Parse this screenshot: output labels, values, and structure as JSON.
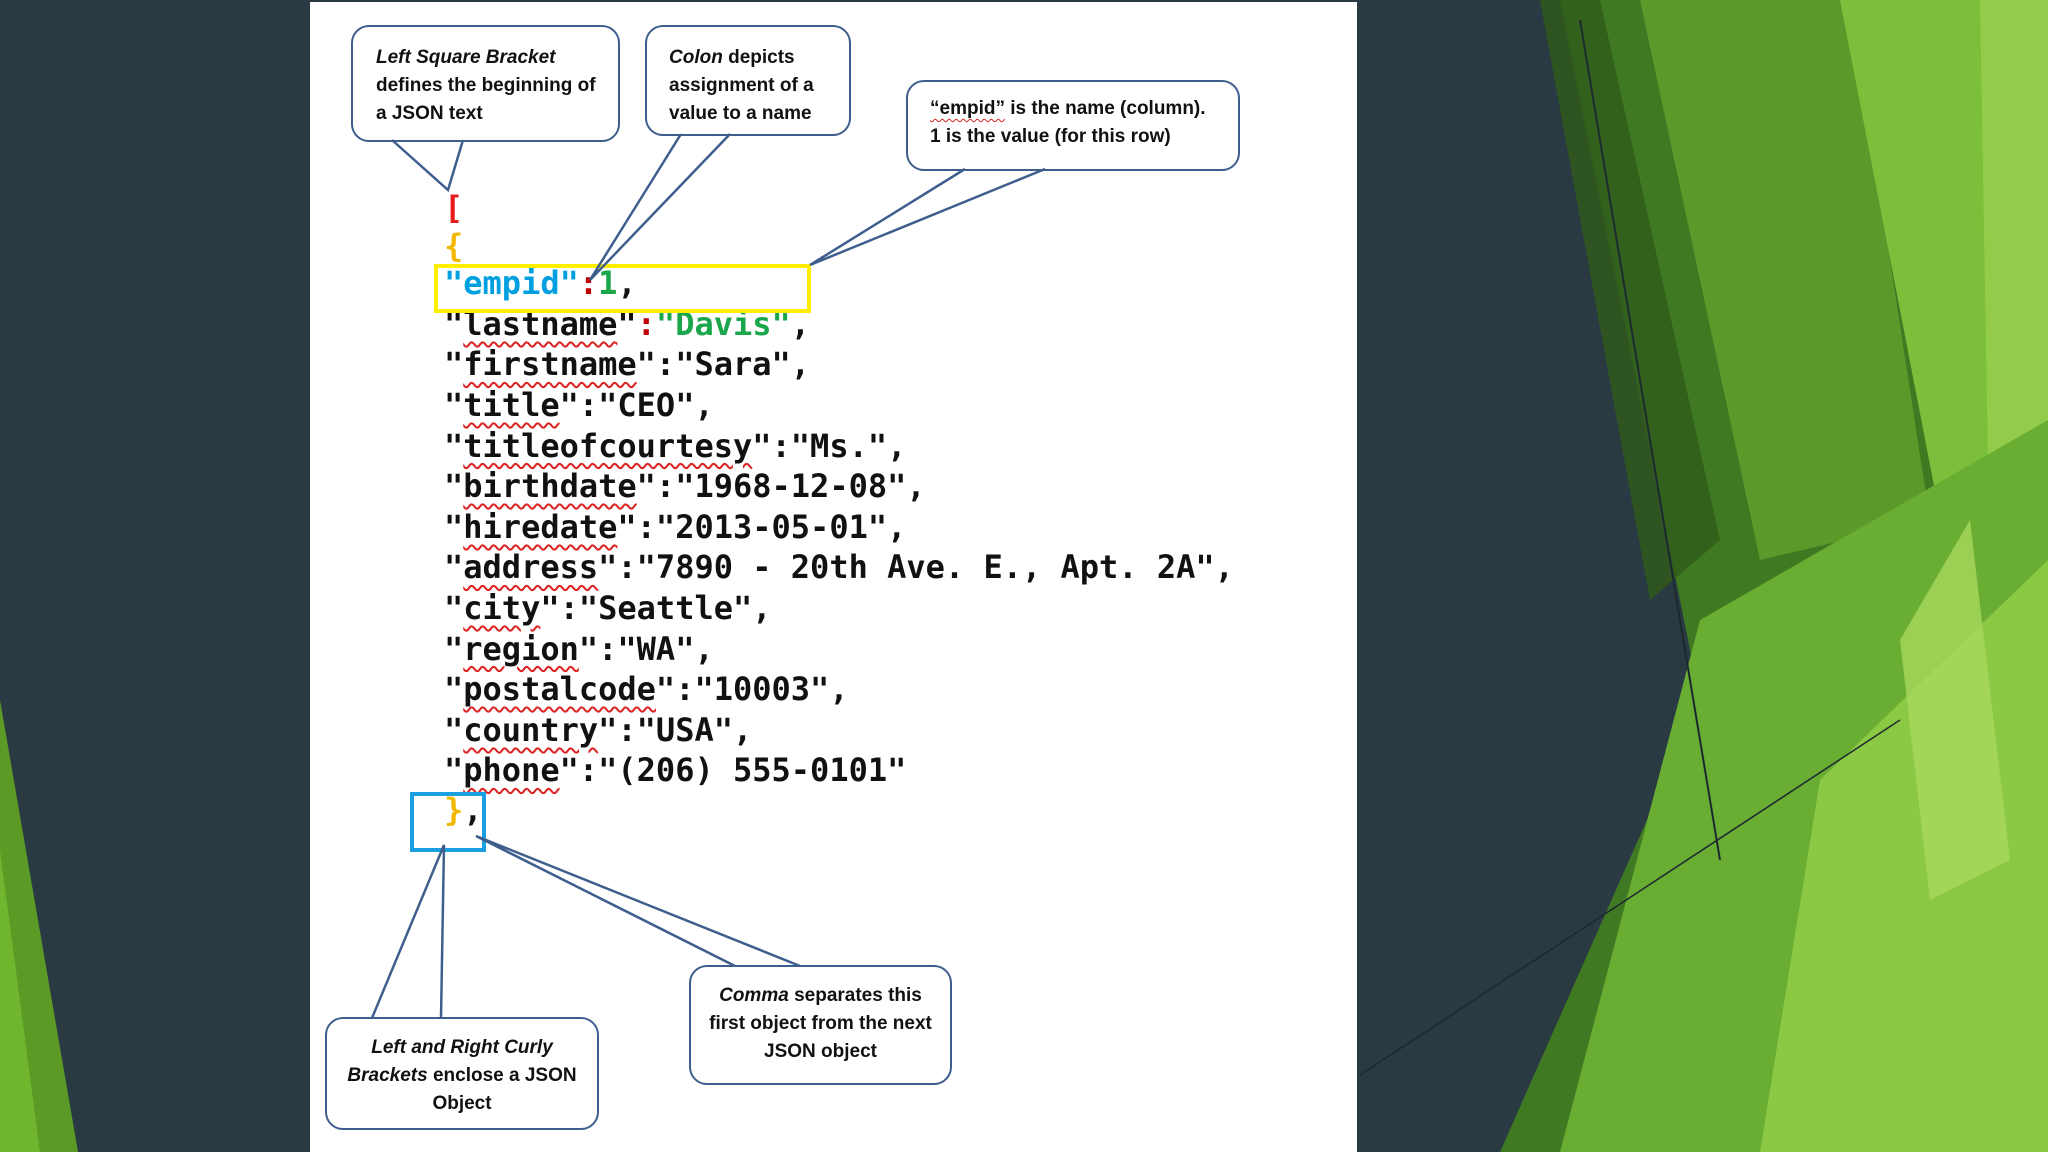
{
  "callouts": {
    "bracket": {
      "title": "Left Square Bracket",
      "body": "defines the beginning of a JSON text"
    },
    "colon": {
      "title": "Colon",
      "body": "depicts assignment of a value to a name"
    },
    "empid_line1_name": "“empid”",
    "empid_line1_rest": " is the name (column).",
    "empid_line2": "1 is the value (for this row)",
    "curly": {
      "title": "Left and Right Curly Brackets",
      "body": "enclose a JSON Object"
    },
    "comma": {
      "title": "Comma",
      "body": "separates this first object from the next JSON object"
    }
  },
  "json": {
    "open_bracket": "[",
    "open_brace": "{",
    "close": "},",
    "rows": [
      {
        "key": "empid",
        "value": "1",
        "is_string": false
      },
      {
        "key": "lastname",
        "value": "Davis",
        "is_string": true
      },
      {
        "key": "firstname",
        "value": "Sara",
        "is_string": true
      },
      {
        "key": "title",
        "value": "CEO",
        "is_string": true
      },
      {
        "key": "titleofcourtesy",
        "value": "Ms.",
        "is_string": true
      },
      {
        "key": "birthdate",
        "value": "1968-12-08",
        "is_string": true
      },
      {
        "key": "hiredate",
        "value": "2013-05-01",
        "is_string": true
      },
      {
        "key": "address",
        "value": "7890 - 20th Ave. E., Apt. 2A",
        "is_string": true
      },
      {
        "key": "city",
        "value": "Seattle",
        "is_string": true
      },
      {
        "key": "region",
        "value": "WA",
        "is_string": true
      },
      {
        "key": "postalcode",
        "value": "10003",
        "is_string": true
      },
      {
        "key": "country",
        "value": "USA",
        "is_string": true
      },
      {
        "key": "phone",
        "value": "(206) 555-0101",
        "is_string": true
      }
    ]
  },
  "colors": {
    "bracket": "#e81c1c",
    "brace": "#f2b800",
    "empid_key": "#00a0e0",
    "colon": "#c00000",
    "number": "#1aa64a",
    "davis": "#1aa64a",
    "highlight_yellow": "#ffee00",
    "highlight_blue": "#1aa0e0",
    "callout_line": "#3e5f8e"
  }
}
